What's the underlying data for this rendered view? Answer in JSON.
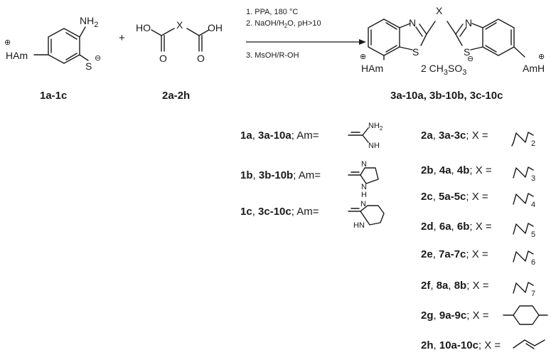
{
  "reactant1": {
    "nh2": "NH",
    "nh2_sub": "2",
    "ham": "HAm",
    "s": "S",
    "plus_charge": "⊕",
    "minus_charge": "⊖",
    "label": "1a-1c"
  },
  "plus_sign": "+",
  "reactant2": {
    "ho": "HO",
    "oh": "OH",
    "x": "X",
    "o_left": "O",
    "o_right": "O",
    "label": "2a-2h"
  },
  "conditions": {
    "step1": "1. PPA, 180 °C",
    "step2a": "2. NaOH/H",
    "step2_sub": "2",
    "step2b": "O, pH>10",
    "step3": "3. MsOH/R-OH"
  },
  "product": {
    "n_left": "N",
    "n_right": "N",
    "s_left": "S",
    "s_right": "S",
    "x": "X",
    "ham": "HAm",
    "amh": "AmH",
    "counter_a": "2 CH",
    "counter_sub3": "3",
    "counter_b": "SO",
    "counter_sub3b": "3",
    "plus_charge": "⊕",
    "minus_charge": "⊖",
    "label": "3a-10a, 3b-10b, 3c-10c"
  },
  "amidines": [
    {
      "bold": "1a",
      "rest1": ", ",
      "bold2": "3a-10a",
      "rest2": "; Am=",
      "nh2": "NH",
      "nh2_sub": "2",
      "nh": "NH"
    },
    {
      "bold": "1b",
      "rest1": ", ",
      "bold2": "3b-10b",
      "rest2": "; Am=",
      "n": "N",
      "nh": "N",
      "h": "H"
    },
    {
      "bold": "1c",
      "rest1": ", ",
      "bold2": "3c-10c",
      "rest2": "; Am=",
      "n": "N",
      "nh": "HN"
    }
  ],
  "linkers": [
    {
      "bold": "2a",
      "mid1": ", ",
      "bold2": "3a-3c",
      "eq": "; X =",
      "sub": "2"
    },
    {
      "bold": "2b",
      "mid1": ", ",
      "bold2": "4a",
      "mid2": ", ",
      "bold3": "4b",
      "eq": "; X =",
      "sub": "3"
    },
    {
      "bold": "2c",
      "mid1": ", ",
      "bold2": "5a-5c",
      "eq": "; X =",
      "sub": "4"
    },
    {
      "bold": "2d",
      "mid1": ", ",
      "bold2": "6a",
      "mid2": ", ",
      "bold3": "6b",
      "eq": "; X =",
      "sub": "5"
    },
    {
      "bold": "2e",
      "mid1": ", ",
      "bold2": "7a-7c",
      "eq": "; X =",
      "sub": "6"
    },
    {
      "bold": "2f",
      "mid1": ", ",
      "bold2": "8a",
      "mid2": ", ",
      "bold3": "8b",
      "eq": "; X =",
      "sub": "7"
    },
    {
      "bold": "2g",
      "mid1": ", ",
      "bold2": "9a-9c",
      "eq": "; X ="
    },
    {
      "bold": "2h",
      "mid1": ", ",
      "bold2": "10a-10c",
      "eq": "; X ="
    }
  ]
}
